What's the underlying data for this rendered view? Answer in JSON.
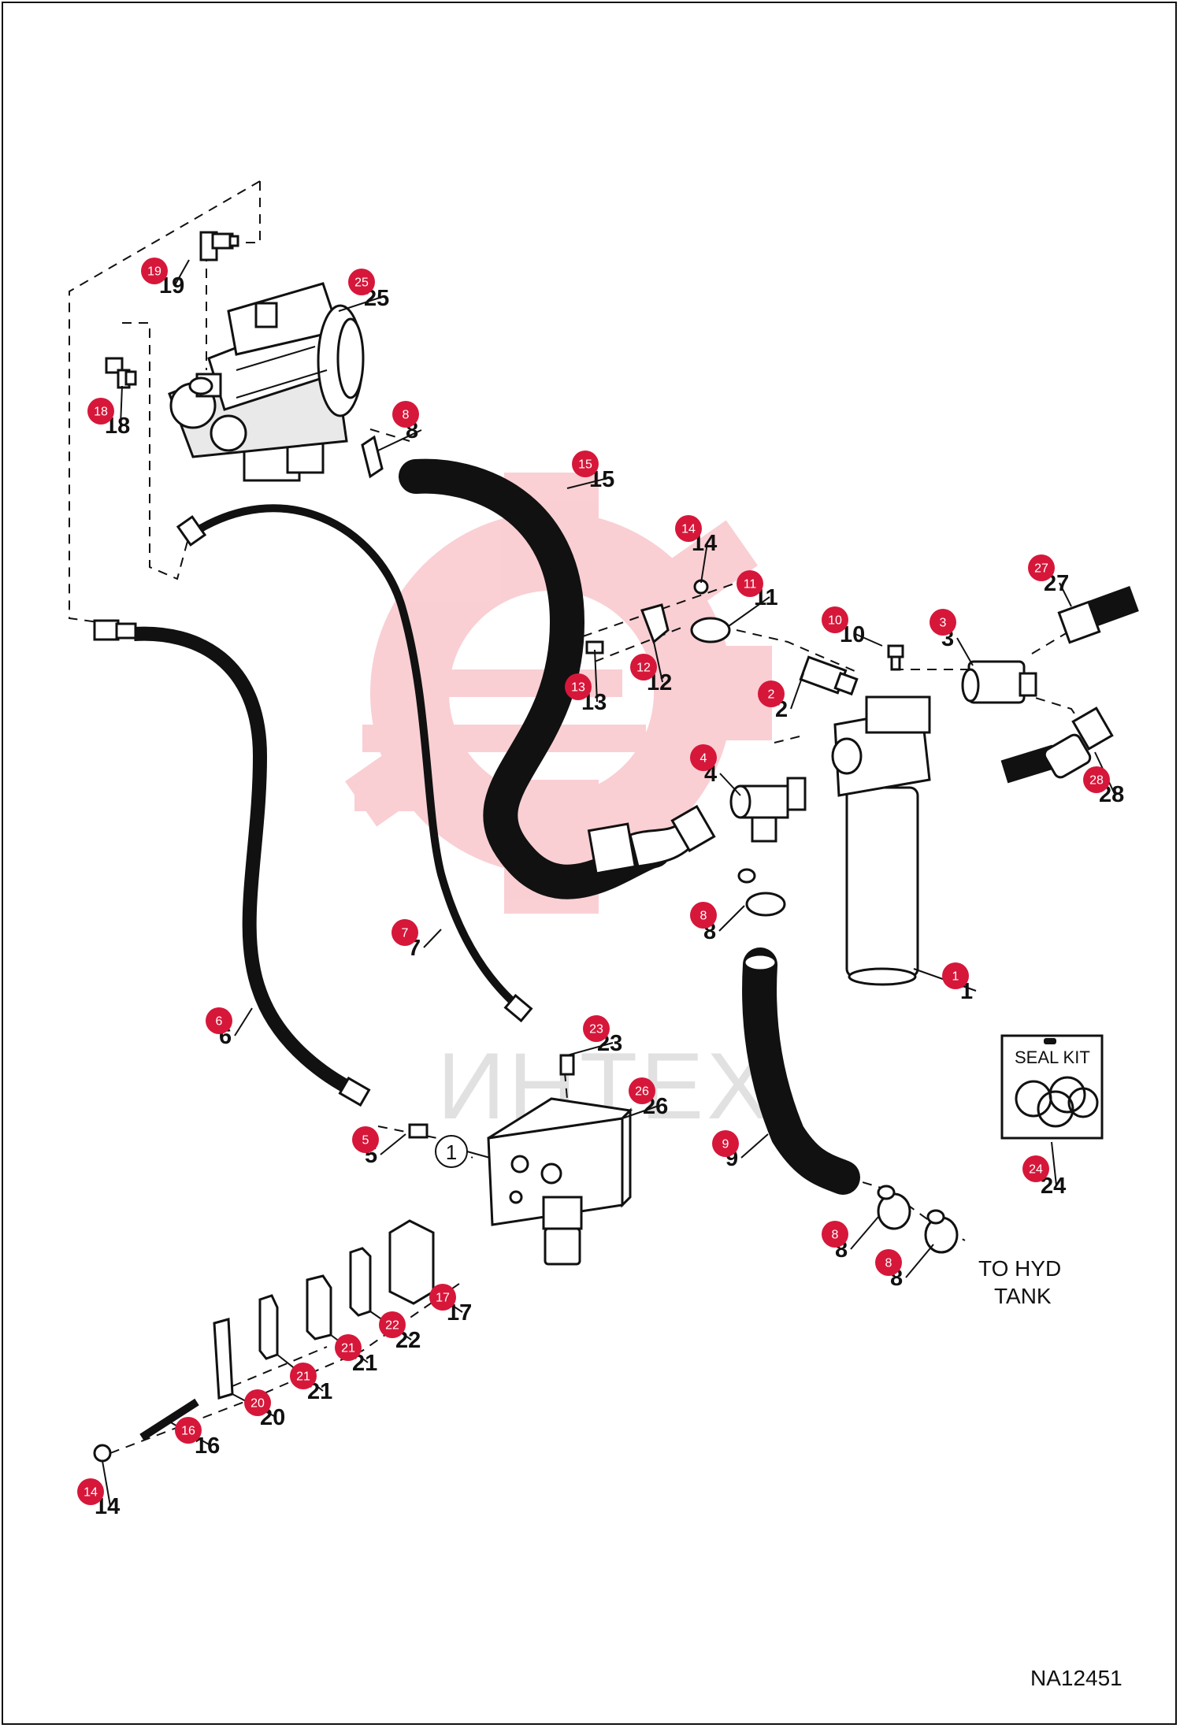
{
  "diagram": {
    "drawing_code": "NA12451",
    "note_hyd_tank_line1": "TO HYD",
    "note_hyd_tank_line2": "TANK",
    "seal_kit_label": "SEAL KIT",
    "watermark": "ИНТЕХ",
    "callout_circle": "1",
    "balloon_color": "#d6173a"
  },
  "callouts": [
    {
      "id": "c19",
      "num": "19",
      "icon": "red-balloon"
    },
    {
      "id": "c25",
      "num": "25",
      "icon": "red-balloon"
    },
    {
      "id": "c18",
      "num": "18",
      "icon": "red-balloon"
    },
    {
      "id": "c8a",
      "num": "8",
      "icon": "red-balloon"
    },
    {
      "id": "c15",
      "num": "15",
      "icon": "red-balloon"
    },
    {
      "id": "c14a",
      "num": "14",
      "icon": "red-balloon"
    },
    {
      "id": "c11",
      "num": "11",
      "icon": "red-balloon"
    },
    {
      "id": "c27",
      "num": "27",
      "icon": "red-balloon"
    },
    {
      "id": "c10",
      "num": "10",
      "icon": "red-balloon"
    },
    {
      "id": "c3",
      "num": "3",
      "icon": "red-balloon"
    },
    {
      "id": "c12",
      "num": "12",
      "icon": "red-balloon"
    },
    {
      "id": "c13",
      "num": "13",
      "icon": "red-balloon"
    },
    {
      "id": "c2",
      "num": "2",
      "icon": "red-balloon"
    },
    {
      "id": "c4",
      "num": "4",
      "icon": "red-balloon"
    },
    {
      "id": "c28",
      "num": "28",
      "icon": "red-balloon"
    },
    {
      "id": "c8b",
      "num": "8",
      "icon": "red-balloon"
    },
    {
      "id": "c7",
      "num": "7",
      "icon": "red-balloon"
    },
    {
      "id": "c1",
      "num": "1",
      "icon": "red-balloon"
    },
    {
      "id": "c6",
      "num": "6",
      "icon": "red-balloon"
    },
    {
      "id": "c23",
      "num": "23",
      "icon": "red-balloon"
    },
    {
      "id": "c26",
      "num": "26",
      "icon": "red-balloon"
    },
    {
      "id": "c5",
      "num": "5",
      "icon": "red-balloon"
    },
    {
      "id": "c9",
      "num": "9",
      "icon": "red-balloon"
    },
    {
      "id": "c24",
      "num": "24",
      "icon": "red-balloon"
    },
    {
      "id": "c8c",
      "num": "8",
      "icon": "red-balloon"
    },
    {
      "id": "c8d",
      "num": "8",
      "icon": "red-balloon"
    },
    {
      "id": "c17",
      "num": "17",
      "icon": "red-balloon"
    },
    {
      "id": "c22",
      "num": "22",
      "icon": "red-balloon"
    },
    {
      "id": "c21a",
      "num": "21",
      "icon": "red-balloon"
    },
    {
      "id": "c21b",
      "num": "21",
      "icon": "red-balloon"
    },
    {
      "id": "c20",
      "num": "20",
      "icon": "red-balloon"
    },
    {
      "id": "c16",
      "num": "16",
      "icon": "red-balloon"
    },
    {
      "id": "c14b",
      "num": "14",
      "icon": "red-balloon"
    }
  ]
}
